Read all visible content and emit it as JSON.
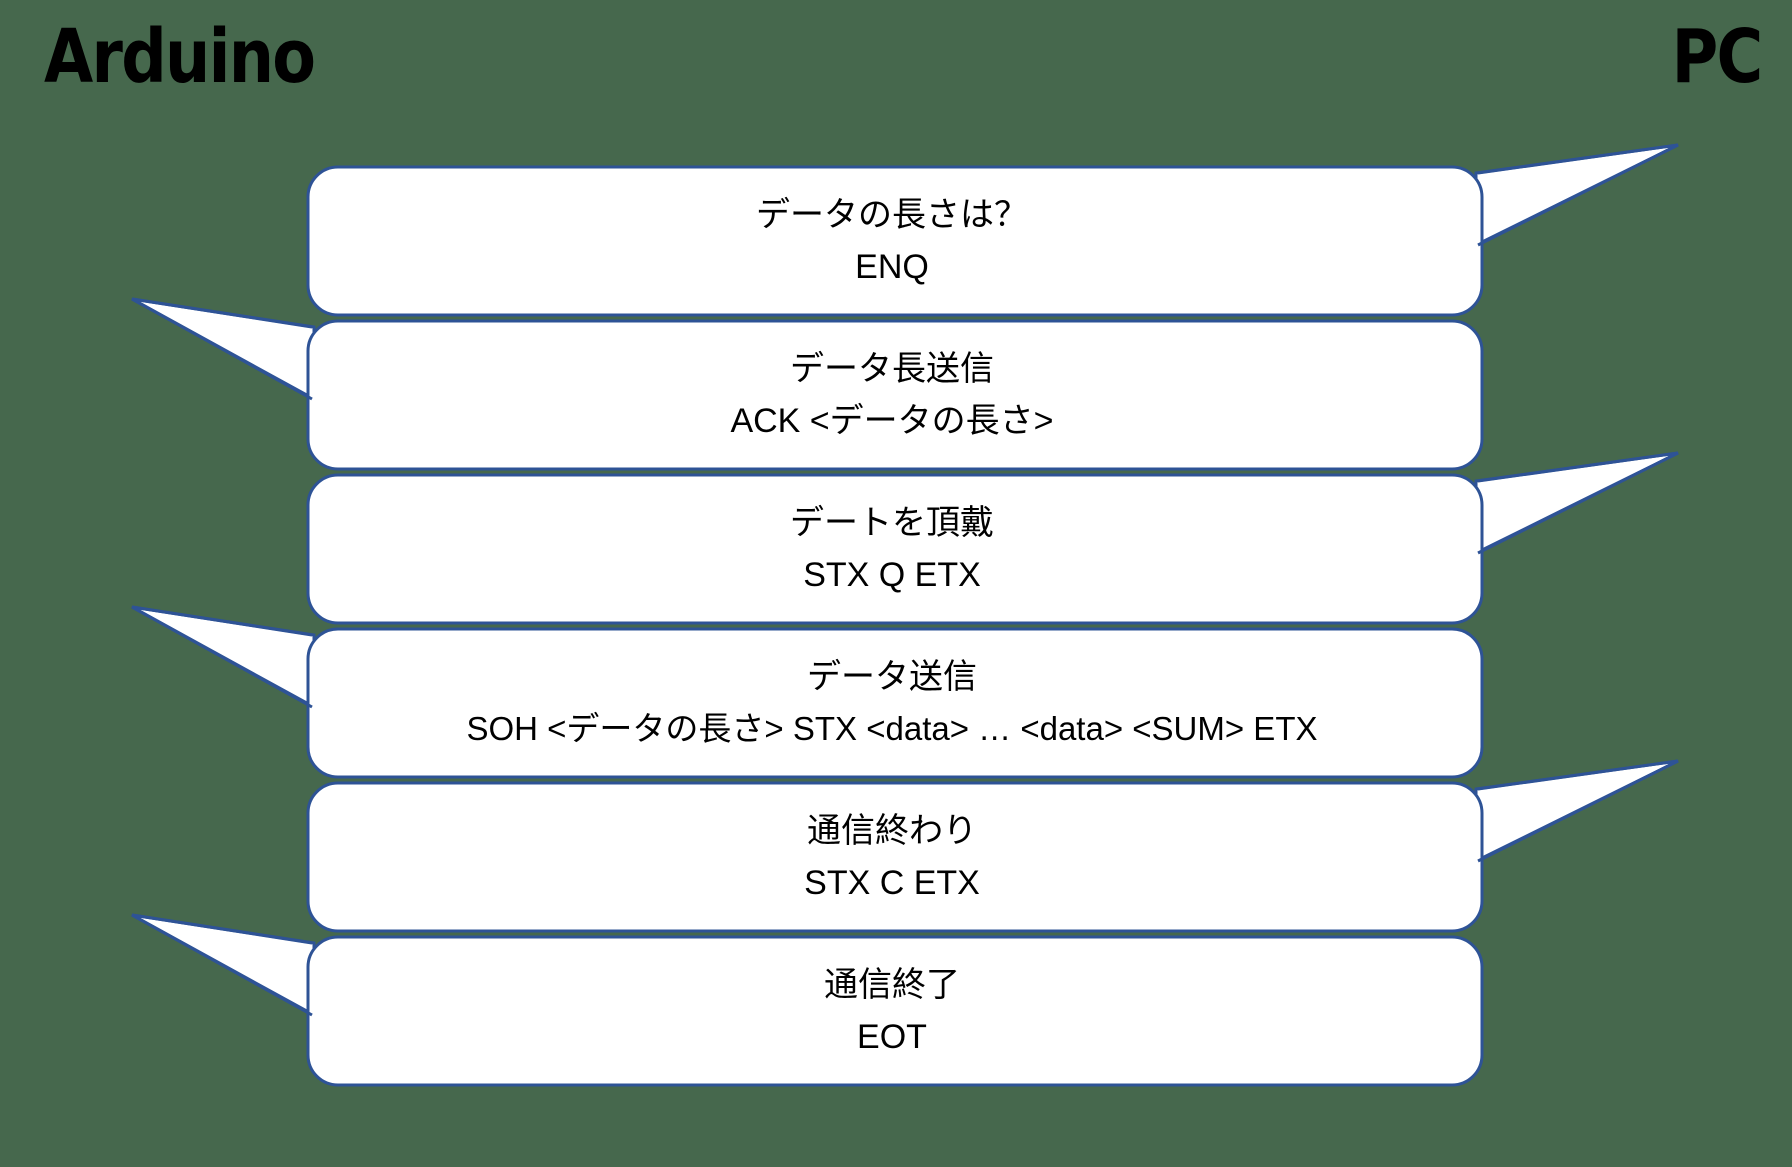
{
  "header": {
    "left_label": "Arduino",
    "right_label": "PC"
  },
  "colors": {
    "background": "#46684d",
    "bubble_fill": "#ffffff",
    "bubble_border": "#2e5396",
    "text": "#000000"
  },
  "diagram": {
    "type": "sequence-speech-bubbles",
    "participants": [
      "Arduino",
      "PC"
    ],
    "messages": [
      {
        "index": 1,
        "direction": "arduino-to-pc",
        "tail_side": "right",
        "line1": "データの長さは？",
        "line2": "ENQ"
      },
      {
        "index": 2,
        "direction": "pc-to-arduino",
        "tail_side": "left",
        "line1": "データ長送信",
        "line2": "ACK <データの長さ>"
      },
      {
        "index": 3,
        "direction": "arduino-to-pc",
        "tail_side": "right",
        "line1": "デートを頂戴",
        "line2": "STX Q ETX"
      },
      {
        "index": 4,
        "direction": "pc-to-arduino",
        "tail_side": "left",
        "line1": "データ送信",
        "line2": "SOH <データの長さ> STX <data> … <data> <SUM> ETX"
      },
      {
        "index": 5,
        "direction": "arduino-to-pc",
        "tail_side": "right",
        "line1": "通信終わり",
        "line2": "STX C ETX"
      },
      {
        "index": 6,
        "direction": "pc-to-arduino",
        "tail_side": "left",
        "line1": "通信終了",
        "line2": "EOT"
      }
    ]
  }
}
